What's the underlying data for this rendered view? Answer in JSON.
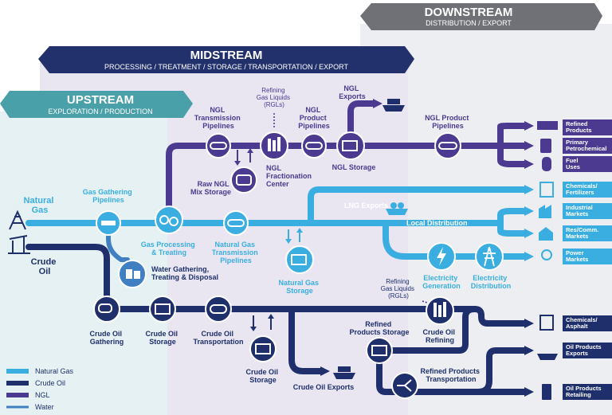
{
  "sections": {
    "downstream": {
      "title": "DOWNSTREAM",
      "subtitle": "DISTRIBUTION / EXPORT"
    },
    "midstream": {
      "title": "MIDSTREAM",
      "subtitle": "PROCESSING / TREATMENT / STORAGE / TRANSPORTATION / EXPORT"
    },
    "upstream": {
      "title": "UPSTREAM",
      "subtitle": "EXPLORATION / PRODUCTION"
    }
  },
  "sources": {
    "natural_gas": [
      "Natural",
      "Gas"
    ],
    "crude_oil": [
      "Crude",
      "Oil"
    ]
  },
  "nodes": {
    "gas_gathering": [
      "Gas Gathering",
      "Pipelines"
    ],
    "gas_processing": [
      "Gas Processing",
      "& Treating"
    ],
    "water_gathering": [
      "Water Gathering,",
      "Treating & Disposal"
    ],
    "ngt_pipelines": [
      "Natural Gas",
      "Transmission",
      "Pipelines"
    ],
    "ng_storage": [
      "Natural Gas",
      "Storage"
    ],
    "ngl_transmission": [
      "NGL",
      "Transmission",
      "Pipelines"
    ],
    "raw_ngl": [
      "Raw NGL",
      "Mix Storage"
    ],
    "ngl_fractionation": [
      "NGL",
      "Fractionation",
      "Center"
    ],
    "refining_gas_liquids_top": [
      "Refining",
      "Gas Liquids",
      "(RGLs)"
    ],
    "ngl_product_pipelines_mid": [
      "NGL",
      "Product",
      "Pipelines"
    ],
    "ngl_exports": [
      "NGL",
      "Exports"
    ],
    "ngl_storage": [
      "NGL Storage"
    ],
    "ngl_product_pipelines_right": [
      "NGL Product",
      "Pipelines"
    ],
    "lng_exports": [
      "LNG Exports"
    ],
    "local_distribution": [
      "Local Distribution"
    ],
    "electricity_generation": [
      "Electricity",
      "Generation"
    ],
    "electricity_distribution": [
      "Electricity",
      "Distribution"
    ],
    "refining_gas_liquids_low": [
      "Refining",
      "Gas Liquids",
      "(RGLs)"
    ],
    "crude_gathering": [
      "Crude Oil",
      "Gathering"
    ],
    "crude_storage_1": [
      "Crude Oil",
      "Storage"
    ],
    "crude_transportation": [
      "Crude Oil",
      "Transportation"
    ],
    "crude_storage_2": [
      "Crude Oil",
      "Storage"
    ],
    "crude_exports": [
      "Crude Oil Exports"
    ],
    "refined_products_storage": [
      "Refined",
      "Products Storage"
    ],
    "crude_refining": [
      "Crude Oil",
      "Refining"
    ],
    "refined_products_transportation": [
      "Refined Products",
      "Transportation"
    ]
  },
  "outputs": {
    "refined_products": [
      "Refined",
      "Products"
    ],
    "primary_petrochemical": [
      "Primary",
      "Petrochemical"
    ],
    "fuel_uses": [
      "Fuel",
      "Uses"
    ],
    "chemicals_fertilizers": [
      "Chemicals/",
      "Fertilizers"
    ],
    "industrial_markets": [
      "Industrial",
      "Markets"
    ],
    "res_comm_markets": [
      "Res/Comm.",
      "Markets"
    ],
    "power_markets": [
      "Power",
      "Markets"
    ],
    "chemicals_asphalt": [
      "Chemicals/",
      "Asphalt"
    ],
    "oil_products_exports": [
      "Oil Products",
      "Exports"
    ],
    "oil_products_retailing": [
      "Oil Products",
      "Retailing"
    ]
  },
  "legend": {
    "natural_gas": "Natural Gas",
    "crude_oil": "Crude Oil",
    "ngl": "NGL",
    "water": "Water"
  },
  "colors": {
    "natural_gas": "#3aaee0",
    "crude_oil": "#1f2f6b",
    "ngl": "#4b3a8f",
    "water": "#3f7fc2",
    "downstream_banner": "#6f7176",
    "midstream_banner": "#22306b",
    "upstream_banner": "#4aa0a8"
  }
}
